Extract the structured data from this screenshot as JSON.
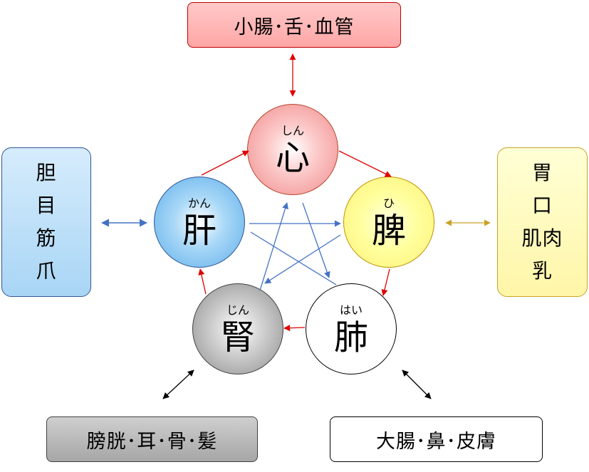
{
  "diagram": {
    "organs": {
      "heart": {
        "ruby": "しん",
        "kanji": "心"
      },
      "liver": {
        "ruby": "かん",
        "kanji": "肝"
      },
      "spleen": {
        "ruby": "ひ",
        "kanji": "脾"
      },
      "lung": {
        "ruby": "はい",
        "kanji": "肺"
      },
      "kidney": {
        "ruby": "じん",
        "kanji": "腎"
      }
    },
    "related": {
      "heart": "小腸･舌･血管",
      "liver": [
        "胆",
        "目",
        "筋",
        "爪"
      ],
      "spleen": [
        "胃",
        "口",
        "肌肉",
        "乳"
      ],
      "lung": "大腸･鼻･皮膚",
      "kidney": "膀胱･耳･骨･髪"
    }
  },
  "colors": {
    "generating_arrow": "#e00000",
    "controlling_arrow": "#4472c4",
    "spleen_link_arrow": "#c9a227",
    "neutral_arrow": "#000000"
  }
}
